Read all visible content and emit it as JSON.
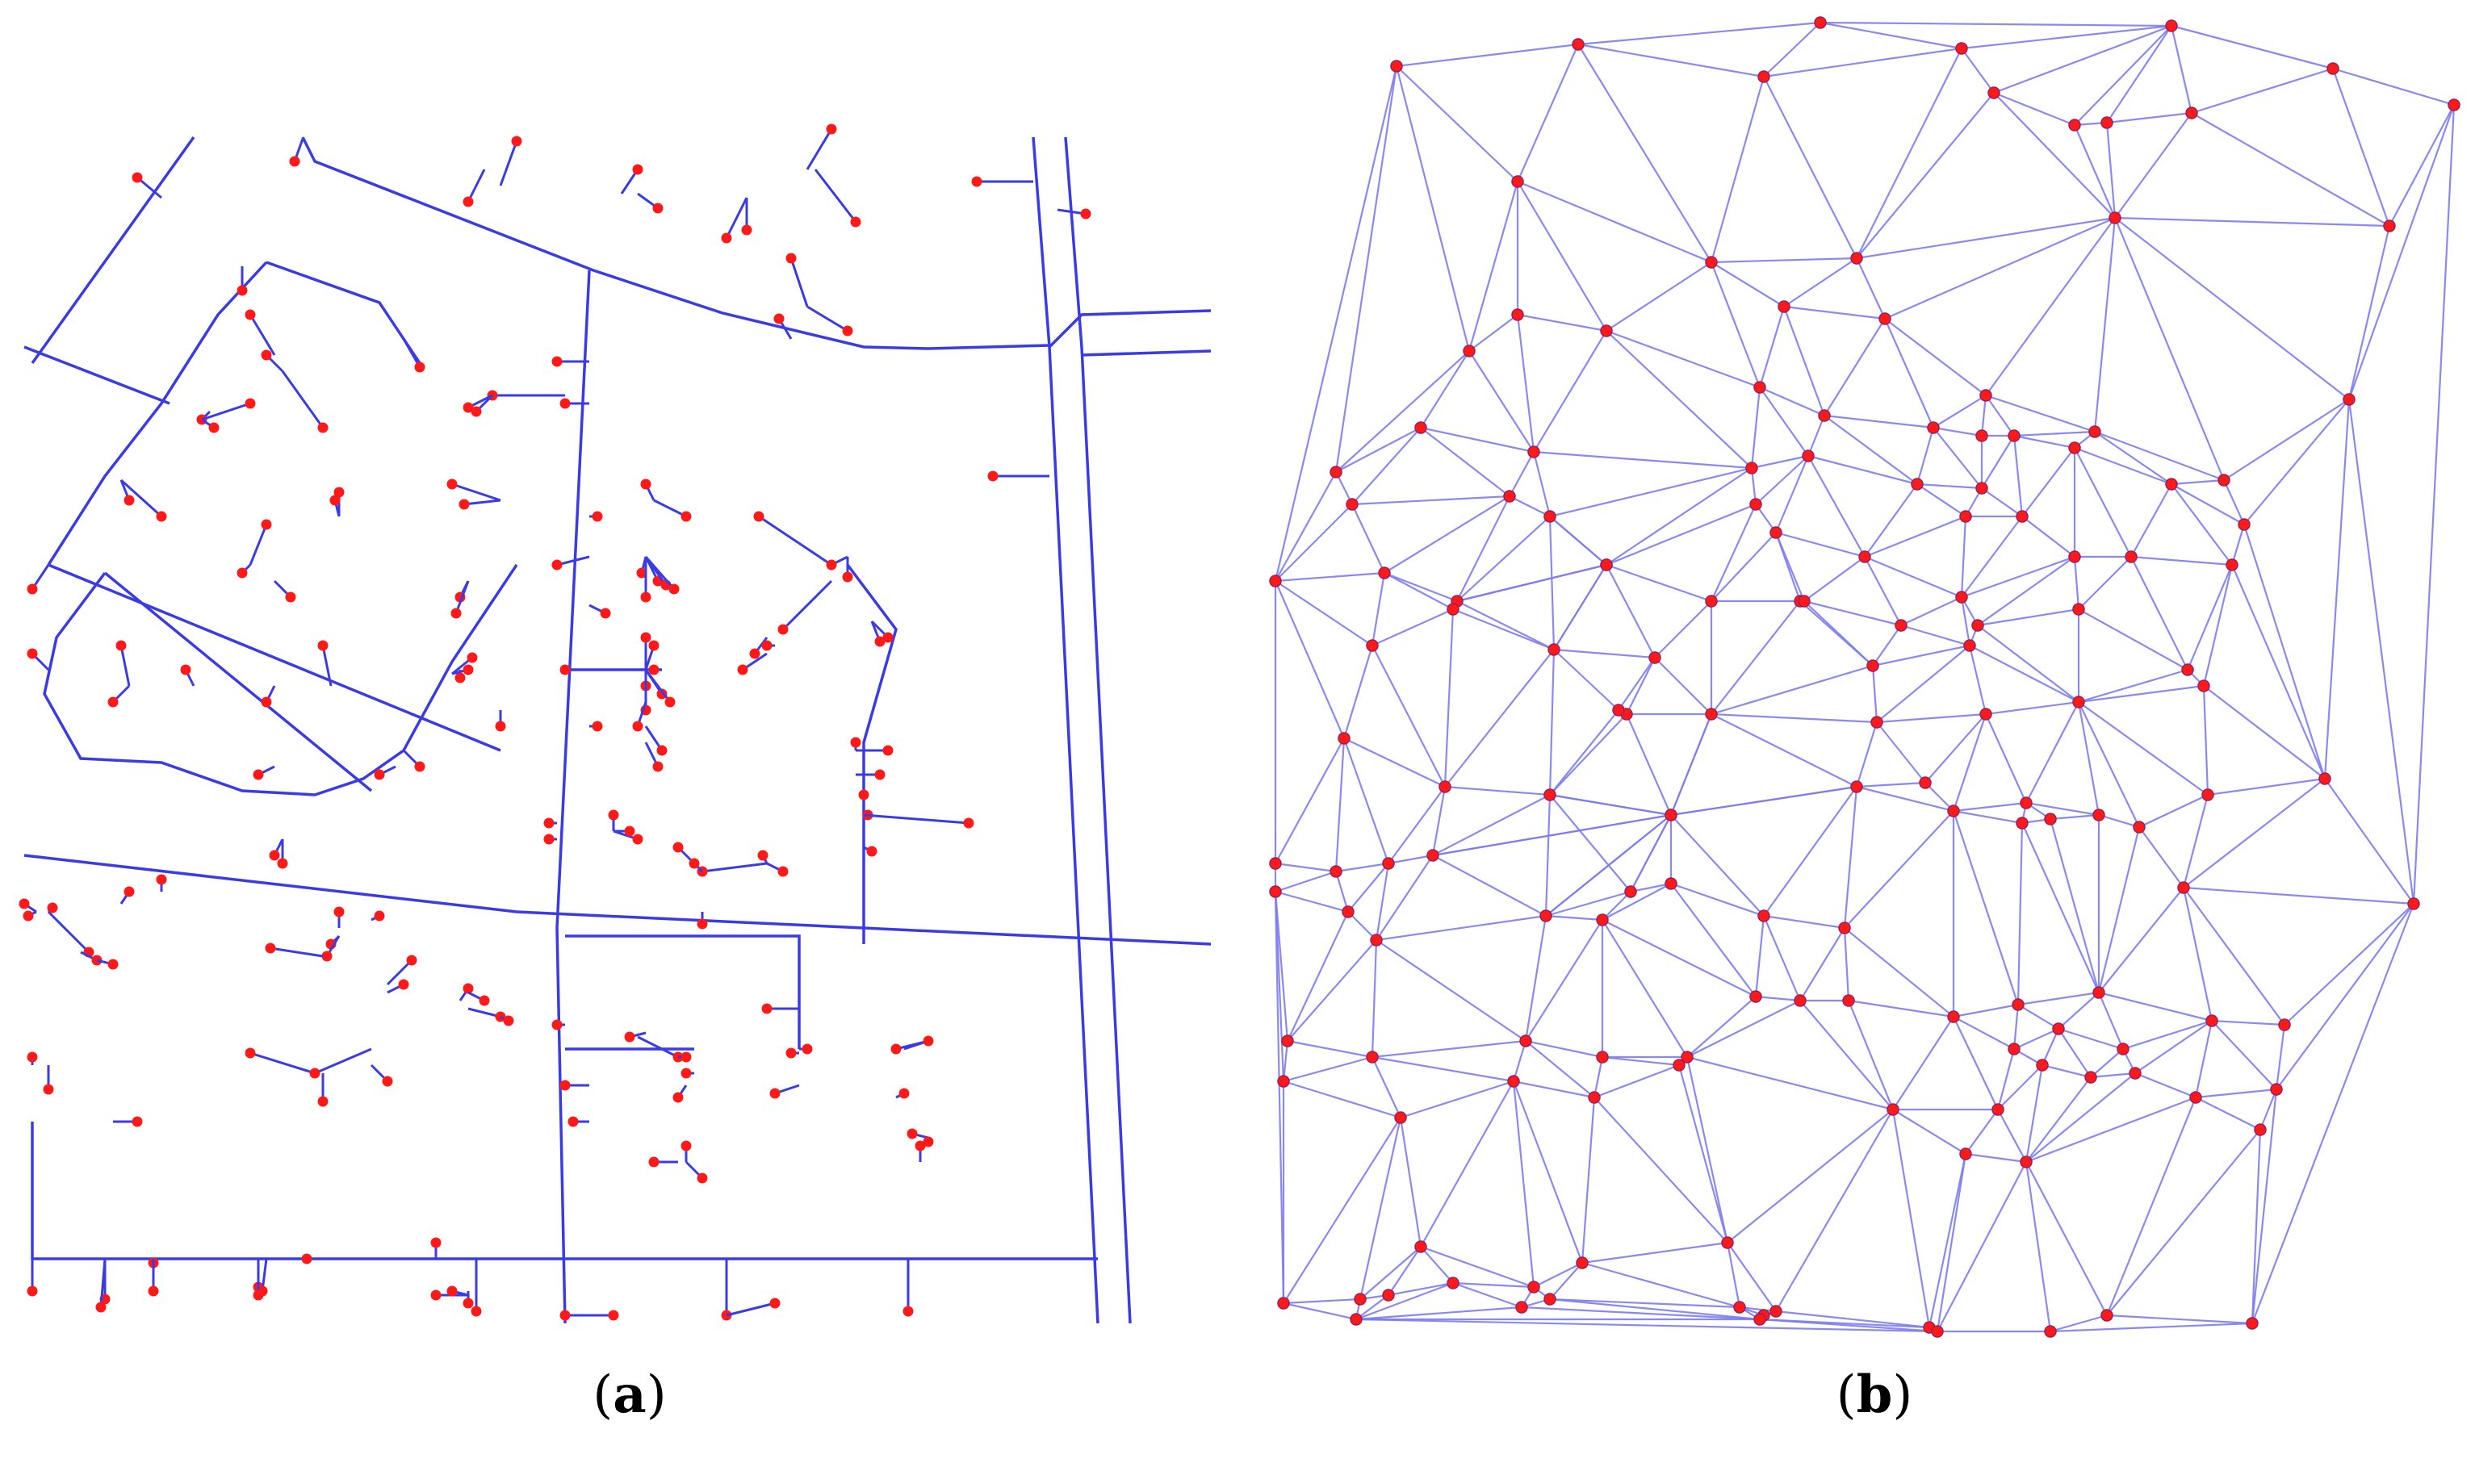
{
  "panels": [
    {
      "id": "a",
      "caption_open": "(",
      "caption_letter": "a",
      "caption_close": ")"
    },
    {
      "id": "b",
      "caption_open": "(",
      "caption_letter": "b",
      "caption_close": ")"
    }
  ],
  "colors": {
    "network_line": "#3b3be6",
    "mesh_line": "#7c7cf0",
    "node": "#ff1a1a"
  }
}
